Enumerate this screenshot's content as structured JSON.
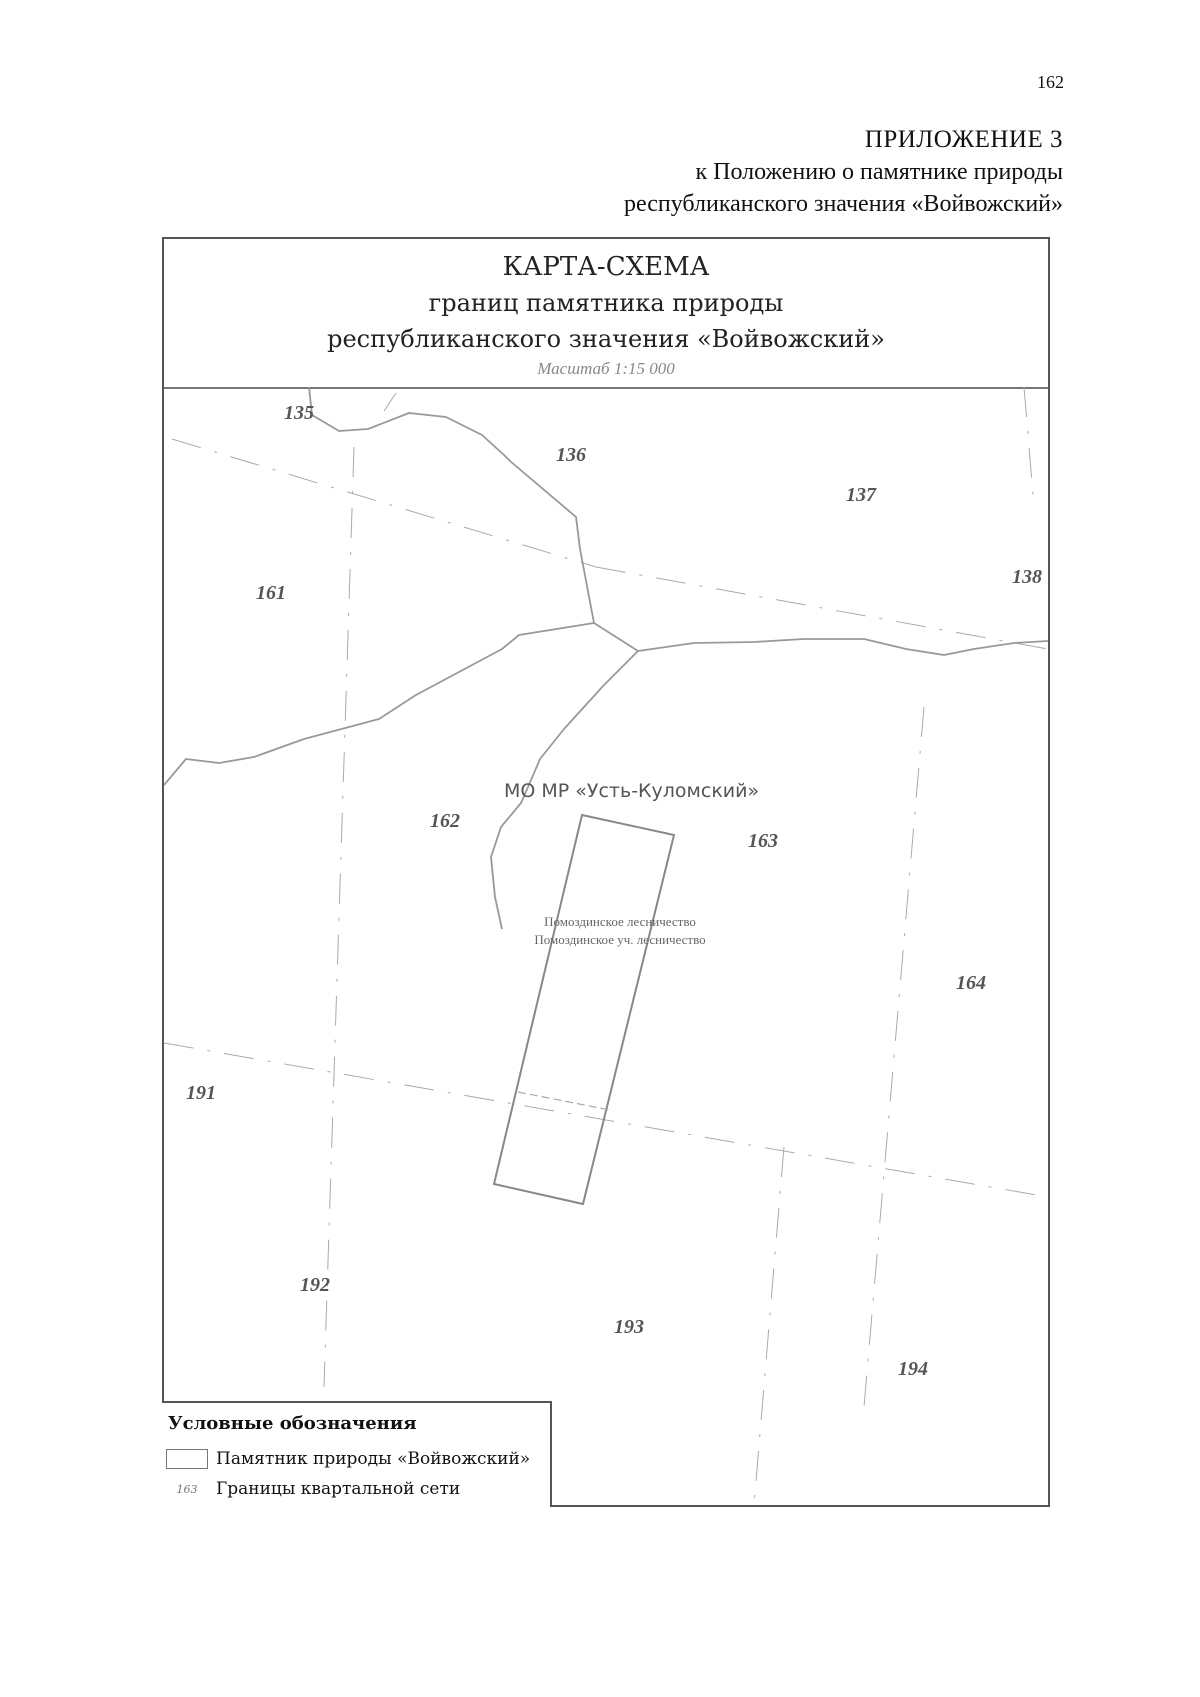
{
  "page_number": "162",
  "appendix": {
    "title": "ПРИЛОЖЕНИЕ 3",
    "line1": "к Положению о памятнике природы",
    "line2": "республиканского значения «Войвожский»"
  },
  "map": {
    "title": "КАРТА-СХЕМА",
    "subtitle1": "границ памятника природы",
    "subtitle2": "республиканского значения «Войвожский»",
    "scale": "Масштаб 1:15 000",
    "district_label": "МО МР «Усть-Куломский»",
    "forestry_line1": "Помоздинское лесничество",
    "forestry_line2": "Помоздинское уч. лесничество",
    "quarters": [
      "135",
      "136",
      "137",
      "138",
      "161",
      "162",
      "163",
      "164",
      "191",
      "192",
      "193",
      "194"
    ],
    "colors": {
      "boundary": "#888888",
      "grid": "#aaaaaa",
      "label": "#555555"
    }
  },
  "legend": {
    "title": "Условные обозначения",
    "item1": "Памятник природы «Войвожский»",
    "item2_sample": "163",
    "item2": "Границы квартальной сети"
  }
}
